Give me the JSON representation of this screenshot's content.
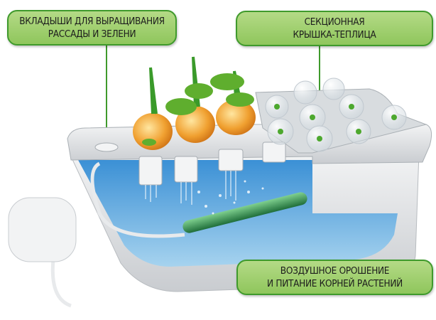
{
  "callouts": {
    "inserts": {
      "line1": "ВКЛАДЫШИ ДЛЯ ВЫРАЩИВАНИЯ",
      "line2": "РАССАДЫ И ЗЕЛЕНИ"
    },
    "lid": {
      "line1": "СЕКЦИОННАЯ",
      "line2": "КРЫШКА-ТЕПЛИЦА"
    },
    "aeration": {
      "line1": "ВОЗДУШНОЕ ОРОШЕНИЕ",
      "line2": "И ПИТАНИЕ КОРНЕЙ РАСТЕНИЙ"
    }
  },
  "colors": {
    "callout_border": "#3f9a2c",
    "callout_fill": "#a5d273",
    "water": "#6fb8e6",
    "tray": "#e4e6e8"
  }
}
